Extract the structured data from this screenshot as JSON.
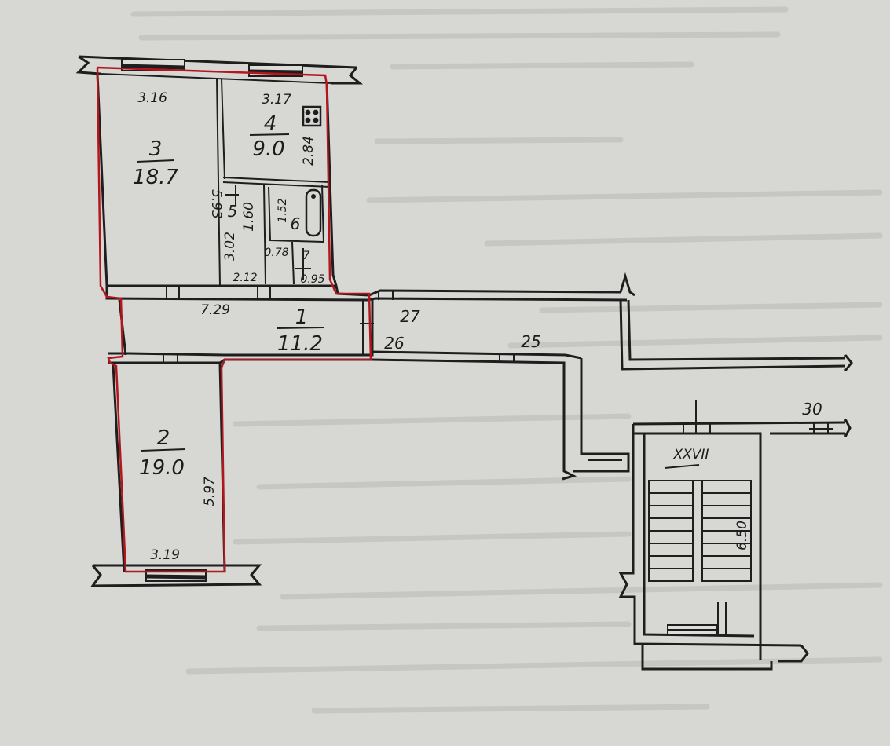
{
  "rooms": {
    "r1": {
      "number": "1",
      "area": "11.2"
    },
    "r2": {
      "number": "2",
      "area": "19.0"
    },
    "r3": {
      "number": "3",
      "area": "18.7"
    },
    "r4": {
      "number": "4",
      "area": "9.0"
    },
    "r5": {
      "number": "5"
    },
    "r6": {
      "number": "6"
    },
    "r7": {
      "number": "7"
    }
  },
  "dimensions": {
    "r3_width": "3.16",
    "r3_length": "5.93",
    "r4_width": "3.17",
    "r4_length": "2.84",
    "r5_height": "1.60",
    "r5_length": "3.02",
    "r5_width": "2.12",
    "r6_length": "1.52",
    "r6_width": "0.78",
    "r7_width": "0.95",
    "corridor_length": "7.29",
    "r2_length": "5.97",
    "r2_width": "3.19",
    "stair_length": "6.50"
  },
  "marks": {
    "axis_27": "27",
    "axis_26": "26",
    "axis_25": "25",
    "axis_30": "30",
    "stair_id": "XXVII"
  }
}
